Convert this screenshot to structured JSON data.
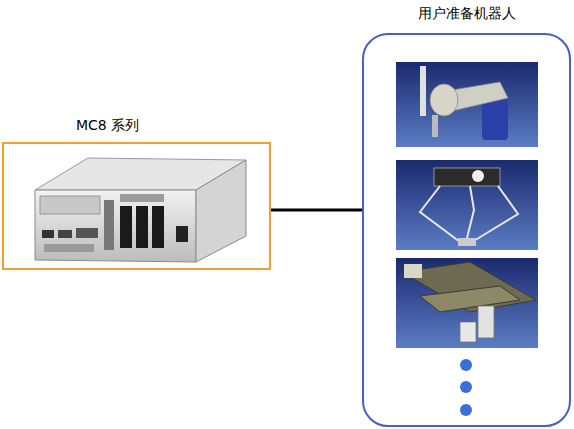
{
  "diagram": {
    "nodes": [
      {
        "text": [
          "MC8 系列"
        ]
      },
      {
        "text": [
          "用户准备机器人"
        ]
      }
    ],
    "edges": [
      {
        "from": 0,
        "to": 1,
        "arrow": "none"
      }
    ]
  }
}
